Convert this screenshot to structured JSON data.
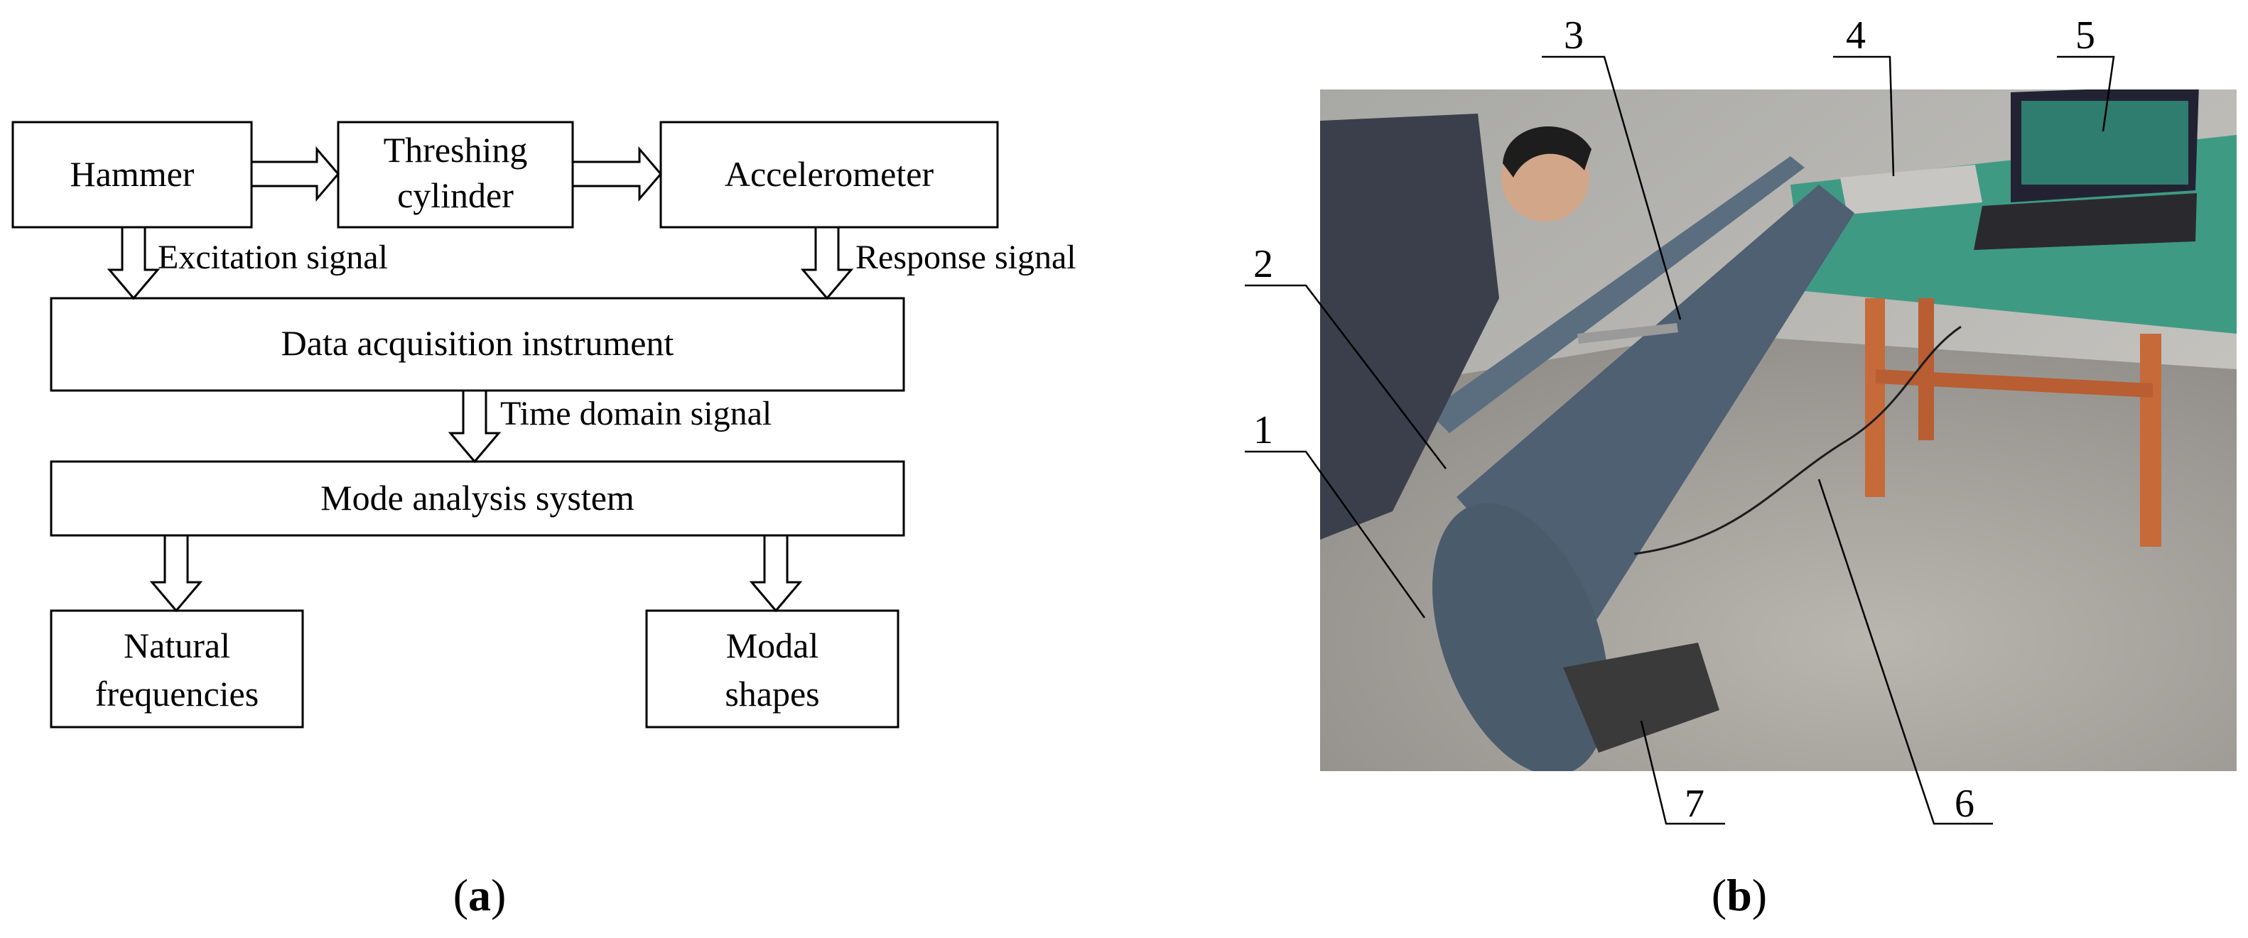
{
  "panel_a": {
    "caption_open": "(",
    "caption_letter": "a",
    "caption_close": ")",
    "boxes": {
      "hammer": "Hammer",
      "threshing_line1": "Threshing",
      "threshing_line2": "cylinder",
      "accelerometer": "Accelerometer",
      "daq": "Data acquisition instrument",
      "mode_analysis": "Mode analysis system",
      "natural_line1": "Natural",
      "natural_line2": "frequencies",
      "modal_line1": "Modal",
      "modal_line2": "shapes"
    },
    "signals": {
      "excitation": "Excitation signal",
      "response": "Response signal",
      "time_domain": "Time domain signal"
    }
  },
  "panel_b": {
    "caption_open": "(",
    "caption_letter": "b",
    "caption_close": ")",
    "callouts": [
      "1",
      "2",
      "3",
      "4",
      "5",
      "6",
      "7"
    ]
  }
}
